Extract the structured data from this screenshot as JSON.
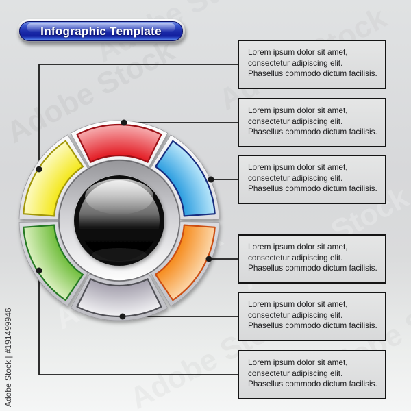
{
  "header": {
    "button_label": "Infographic Template"
  },
  "callouts": [
    {
      "text": "Lorem ipsum dolor sit amet,\nconsectetur adipiscing elit.\nPhasellus commodo dictum facilisis."
    },
    {
      "text": "Lorem ipsum dolor sit amet,\nconsectetur adipiscing elit.\nPhasellus commodo dictum facilisis."
    },
    {
      "text": "Lorem ipsum dolor sit amet,\nconsectetur adipiscing elit.\nPhasellus commodo dictum facilisis."
    },
    {
      "text": "Lorem ipsum dolor sit amet,\nconsectetur adipiscing elit.\nPhasellus commodo dictum facilisis."
    },
    {
      "text": "Lorem ipsum dolor sit amet,\nconsectetur adipiscing elit.\nPhasellus commodo dictum facilisis."
    },
    {
      "text": "Lorem ipsum dolor sit amet,\nconsectetur adipiscing elit.\nPhasellus commodo dictum facilisis."
    }
  ],
  "wheel": {
    "segments": [
      {
        "name": "yellow",
        "position": "top-left",
        "color": "#f4e81f",
        "light": "#fdfbc8",
        "border": "#a29709"
      },
      {
        "name": "red",
        "position": "top",
        "color": "#e31e26",
        "light": "#f7b2b4",
        "border": "#9c1016"
      },
      {
        "name": "blue",
        "position": "top-right",
        "color": "#2f9fe0",
        "light": "#bfe9fb",
        "border": "#182e80"
      },
      {
        "name": "orange",
        "position": "bottom-right",
        "color": "#f68d20",
        "light": "#fcd9ae",
        "border": "#cc4e12"
      },
      {
        "name": "gray",
        "position": "bottom",
        "color": "#a7a3b0",
        "light": "#f4f4f6",
        "border": "#4f4f55"
      },
      {
        "name": "green",
        "position": "bottom-left",
        "color": "#74bf41",
        "light": "#dff2c4",
        "border": "#257a23"
      }
    ],
    "hub_color": "#0a0a0a",
    "ring_color": "#d6d6da"
  },
  "connectors": {
    "color": "#1a1a1a"
  },
  "watermark": {
    "side_text": "Adobe Stock | #191499946",
    "diagonal_text": "Adobe Stock"
  }
}
